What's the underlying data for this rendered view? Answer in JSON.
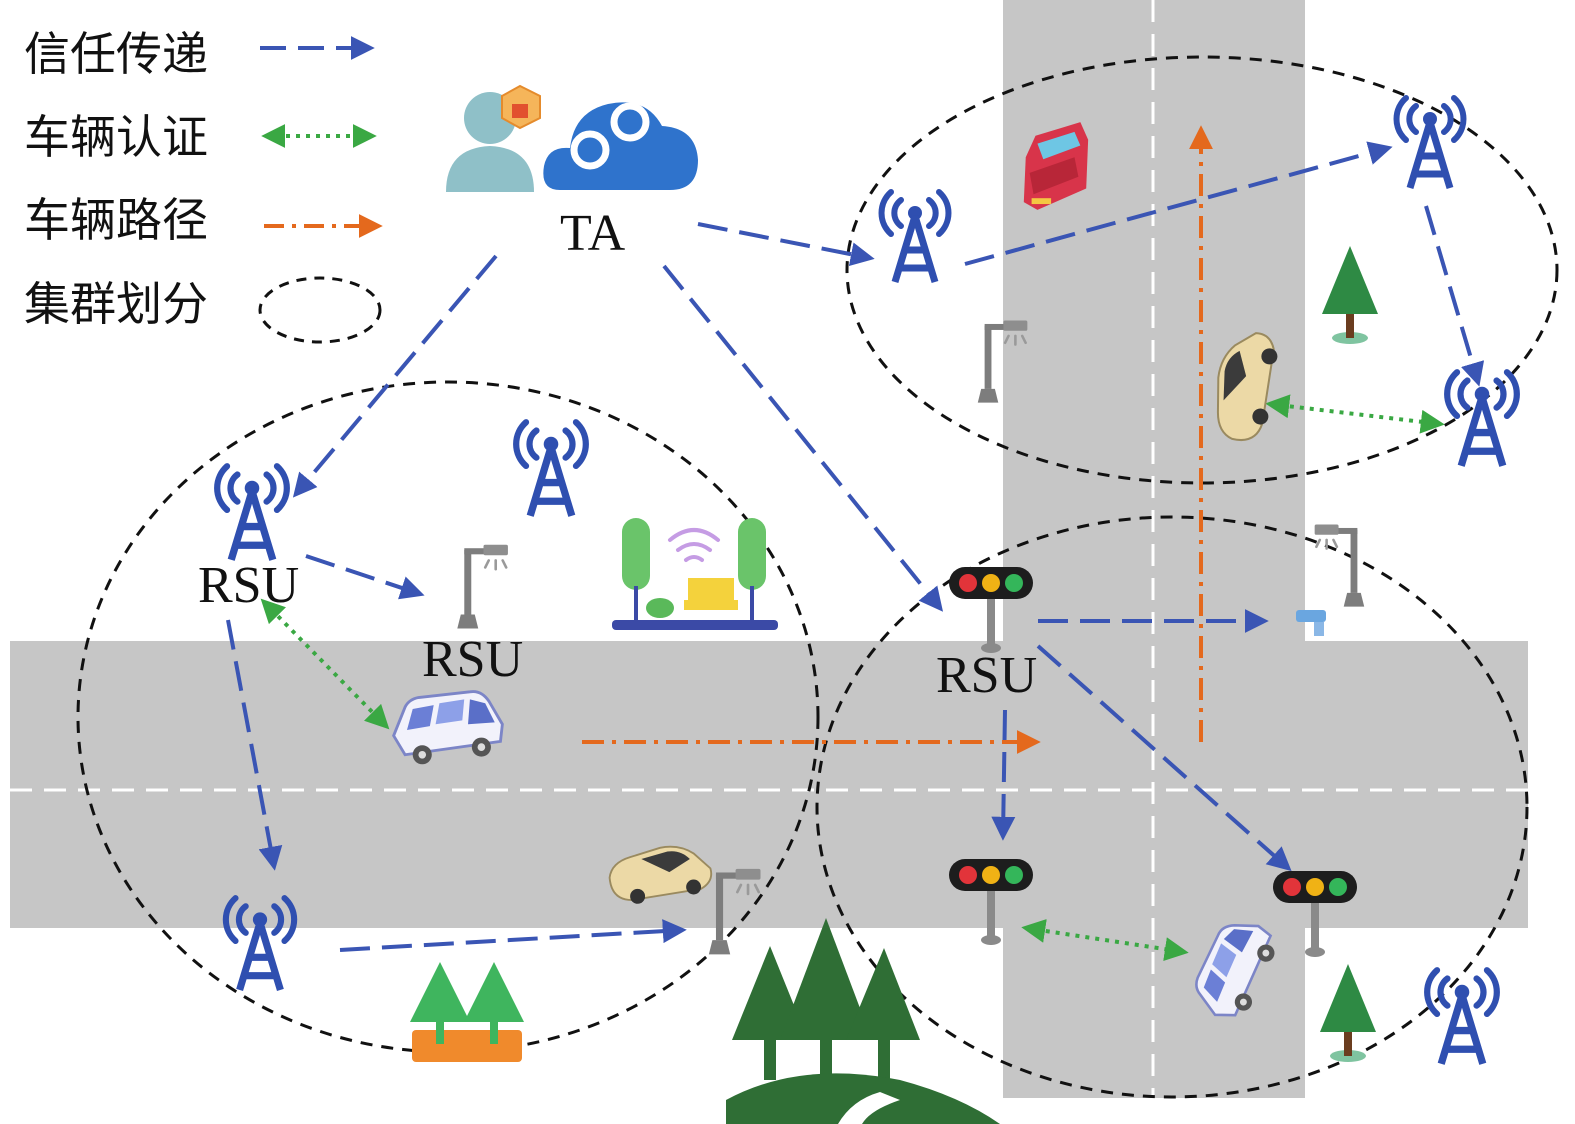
{
  "legend": {
    "items": [
      {
        "label": "信任传递",
        "symbol": "blue-dashed-arrow",
        "color": "#3a55b4"
      },
      {
        "label": "车辆认证",
        "symbol": "green-dotted-double-arrow",
        "color": "#3aa843"
      },
      {
        "label": "车辆路径",
        "symbol": "orange-dash-dot-arrow",
        "color": "#e4691d"
      },
      {
        "label": "集群划分",
        "symbol": "black-dashed-ellipse",
        "color": "#111111"
      }
    ]
  },
  "nodes": {
    "ta_label": "TA",
    "rsu_label_left": "RSU",
    "rsu_label_streetlight": "RSU",
    "rsu_label_trafficlight": "RSU"
  },
  "icons": {
    "tower": "radio-tower-icon",
    "streetlight": "street-light-icon",
    "traffic_light": "traffic-light-icon",
    "ta": "authority-user-cloud-icon"
  },
  "colors": {
    "road": "#c6c6c6",
    "trust_arrow": "#3a55b4",
    "auth_arrow": "#3aa843",
    "path_arrow": "#e4691d",
    "cluster": "#111111",
    "tower": "#2f4fb0",
    "tree": "#2e8a44",
    "forest": "#2f6e35"
  }
}
